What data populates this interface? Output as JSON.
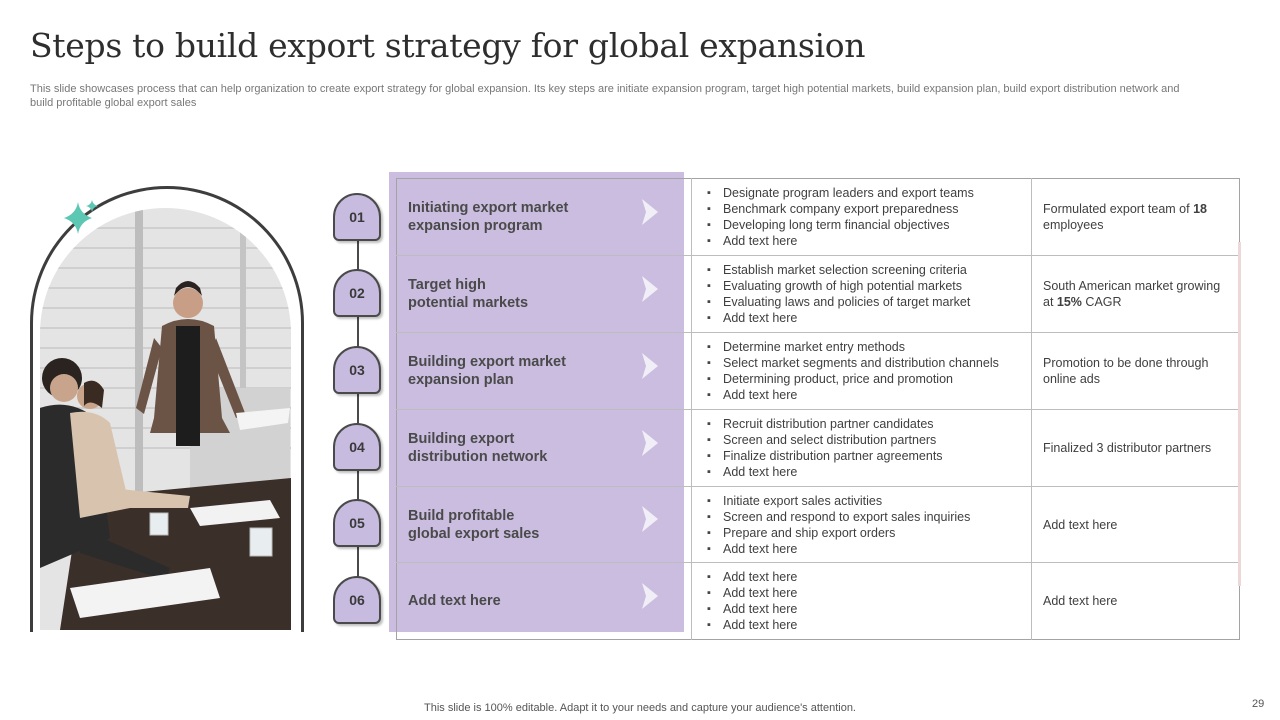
{
  "title": "Steps to build export strategy for global expansion",
  "subtitle": "This slide showcases process that can help organization to create export strategy for global expansion. Its key steps are initiate expansion program, target high potential markets, build expansion plan, build export distribution network and build profitable global export sales",
  "colors": {
    "accent_purple": "#cabde0",
    "badge_purple": "#c7bbdf",
    "sparkle": "#5cc7b2",
    "grid": "#a3a3a3"
  },
  "steps": [
    {
      "num": "01",
      "label": "Initiating export market\nexpansion program",
      "bullets": [
        "Designate program leaders and export teams",
        "Benchmark company export preparedness",
        "Developing  long term financial objectives",
        "Add text here"
      ],
      "note_pre": "Formulated export team of ",
      "note_bold": "18",
      "note_post": " employees"
    },
    {
      "num": "02",
      "label": "Target high\npotential markets",
      "bullets": [
        "Establish market selection screening criteria",
        "Evaluating growth  of high potential markets",
        "Evaluating laws and policies of target market",
        "Add text here"
      ],
      "note_pre": "South American market growing at ",
      "note_bold": "15%",
      "note_post": " CAGR"
    },
    {
      "num": "03",
      "label": "Building export market\nexpansion plan",
      "bullets": [
        "Determine  market entry methods",
        "Select market segments and distribution channels",
        "Determining  product, price and promotion",
        "Add text here"
      ],
      "note_pre": "Promotion to be done through online ads",
      "note_bold": "",
      "note_post": ""
    },
    {
      "num": "04",
      "label": "Building export\ndistribution network",
      "bullets": [
        "Recruit distribution partner candidates",
        "Screen and select distribution partners",
        "Finalize distribution partner agreements",
        "Add text here"
      ],
      "note_pre": "Finalized 3 distributor partners",
      "note_bold": "",
      "note_post": ""
    },
    {
      "num": "05",
      "label": "Build profitable\nglobal export sales",
      "bullets": [
        "Initiate export sales activities",
        "Screen and respond to export sales inquiries",
        "Prepare  and ship export orders",
        "Add text here"
      ],
      "note_pre": "Add text here",
      "note_bold": "",
      "note_post": ""
    },
    {
      "num": "06",
      "label": "Add  text here",
      "bullets": [
        "Add text here",
        "Add text here",
        "Add text here",
        "Add text here"
      ],
      "note_pre": "Add text here",
      "note_bold": "",
      "note_post": ""
    }
  ],
  "footer": "This slide is 100% editable. Adapt it to your needs and capture your audience's attention.",
  "page_number": "29"
}
